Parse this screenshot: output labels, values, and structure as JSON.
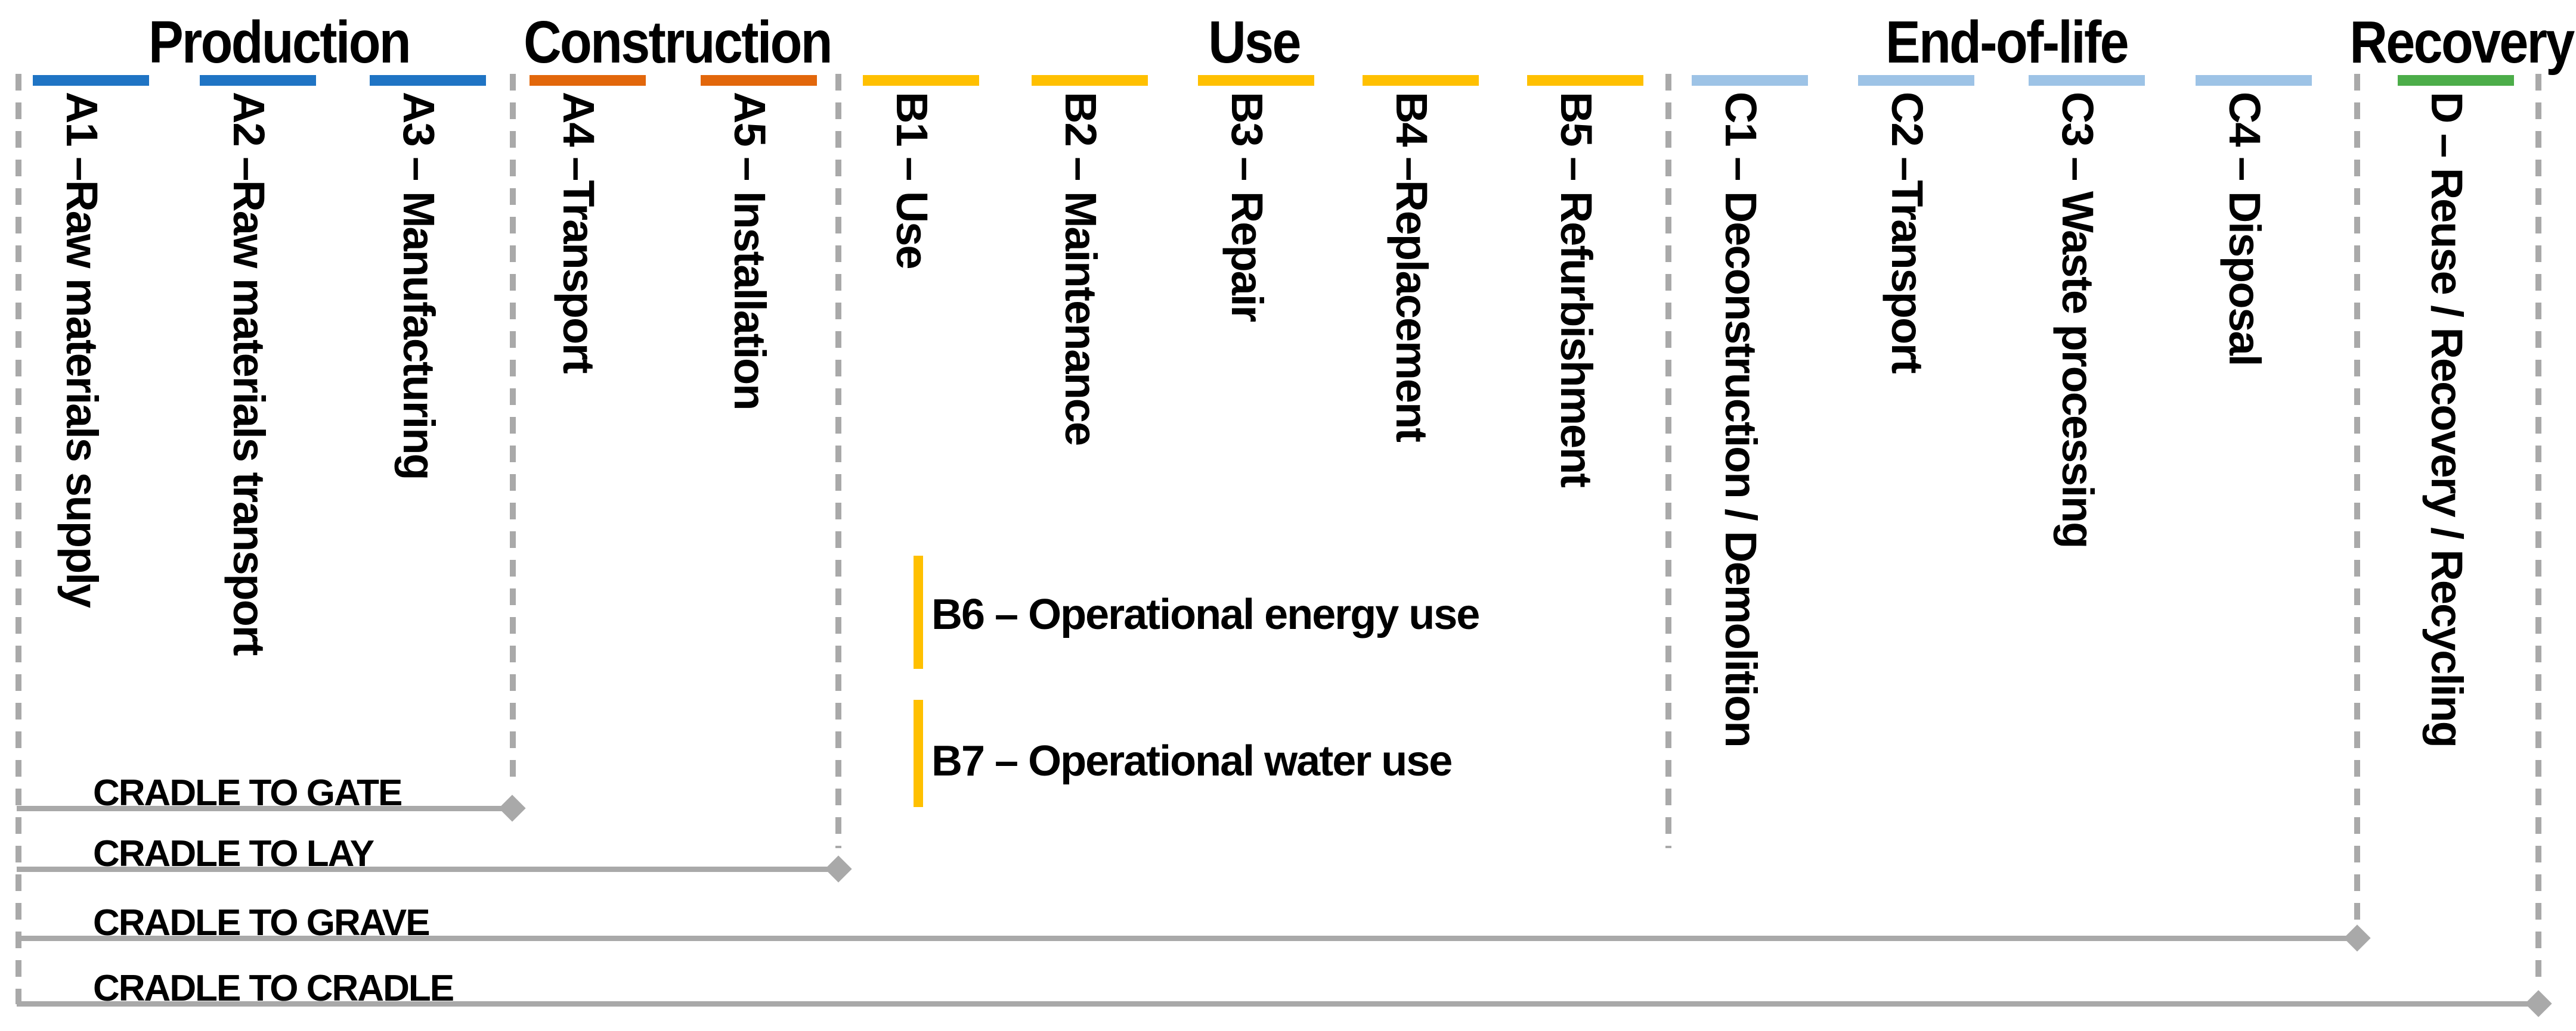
{
  "diagram": {
    "groups": [
      {
        "label": "Production",
        "color_key": "production",
        "stages": [
          {
            "label": "A1 –Raw materials supply"
          },
          {
            "label": "A2 –Raw materials transport"
          },
          {
            "label": "A3 – Manufacturing"
          }
        ]
      },
      {
        "label": "Construction",
        "color_key": "construction",
        "stages": [
          {
            "label": "A4 –Transport"
          },
          {
            "label": "A5 – Installation"
          }
        ]
      },
      {
        "label": "Use",
        "color_key": "use",
        "stages": [
          {
            "label": "B1 – Use"
          },
          {
            "label": "B2 – Maintenance"
          },
          {
            "label": "B3 – Repair"
          },
          {
            "label": "B4 –Replacement"
          },
          {
            "label": "B5 – Refurbishment"
          }
        ]
      },
      {
        "label": "End-of-life",
        "color_key": "end_of_life",
        "stages": [
          {
            "label": "C1 – Deconstruction / Demolition"
          },
          {
            "label": "C2 –Transport"
          },
          {
            "label": "C3 – Waste processing"
          },
          {
            "label": "C4 – Disposal"
          }
        ]
      },
      {
        "label": "Recovery",
        "color_key": "recovery",
        "stages": [
          {
            "label": "D – Reuse / Recovery / Recycling"
          }
        ]
      }
    ],
    "operational_stages": [
      {
        "label": "B6 – Operational energy use"
      },
      {
        "label": "B7 – Operational water use"
      }
    ],
    "scopes": [
      {
        "label": "CRADLE TO GATE"
      },
      {
        "label": "CRADLE TO LAY"
      },
      {
        "label": "CRADLE TO GRAVE"
      },
      {
        "label": "CRADLE TO CRADLE"
      }
    ],
    "colors": {
      "production": "#1F74C4",
      "construction": "#E2670B",
      "use": "#FFC000",
      "end_of_life": "#9DC3E6",
      "recovery": "#4CAD49",
      "guide": "#A9A9A9",
      "text": "#000000",
      "background": "#FFFFFF"
    }
  }
}
